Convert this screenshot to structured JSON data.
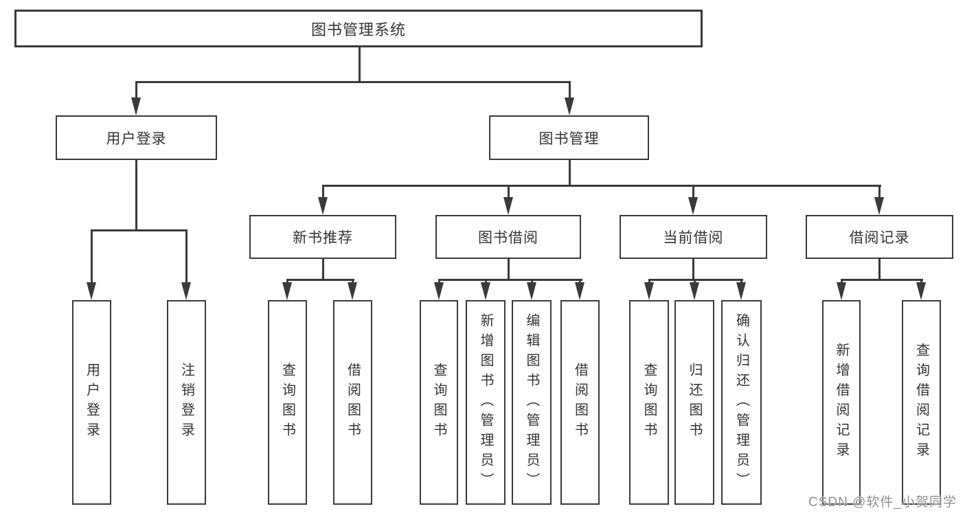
{
  "diagram": {
    "root": {
      "label": "图书管理系统"
    },
    "branches": [
      {
        "label": "用户登录",
        "children": [
          {
            "label": "用户登录"
          },
          {
            "label": "注销登录"
          }
        ]
      },
      {
        "label": "图书管理",
        "children": [
          {
            "label": "新书推荐",
            "children": [
              {
                "label": "查询图书"
              },
              {
                "label": "借阅图书"
              }
            ]
          },
          {
            "label": "图书借阅",
            "children": [
              {
                "label": "查询图书"
              },
              {
                "label": "新增图书（管理员）"
              },
              {
                "label": "编辑图书（管理员）"
              },
              {
                "label": "借阅图书"
              }
            ]
          },
          {
            "label": "当前借阅",
            "children": [
              {
                "label": "查询图书"
              },
              {
                "label": "归还图书"
              },
              {
                "label": "确认归还（管理员）"
              }
            ]
          },
          {
            "label": "借阅记录",
            "children": [
              {
                "label": "新增借阅记录"
              },
              {
                "label": "查询借阅记录"
              }
            ]
          }
        ]
      }
    ]
  },
  "watermark": {
    "text": "CSDN @软件_小贺同学"
  },
  "colors": {
    "line": "#3a3a3a",
    "text": "#333333",
    "bg": "#ffffff",
    "watermark": "#8f8f8f"
  }
}
